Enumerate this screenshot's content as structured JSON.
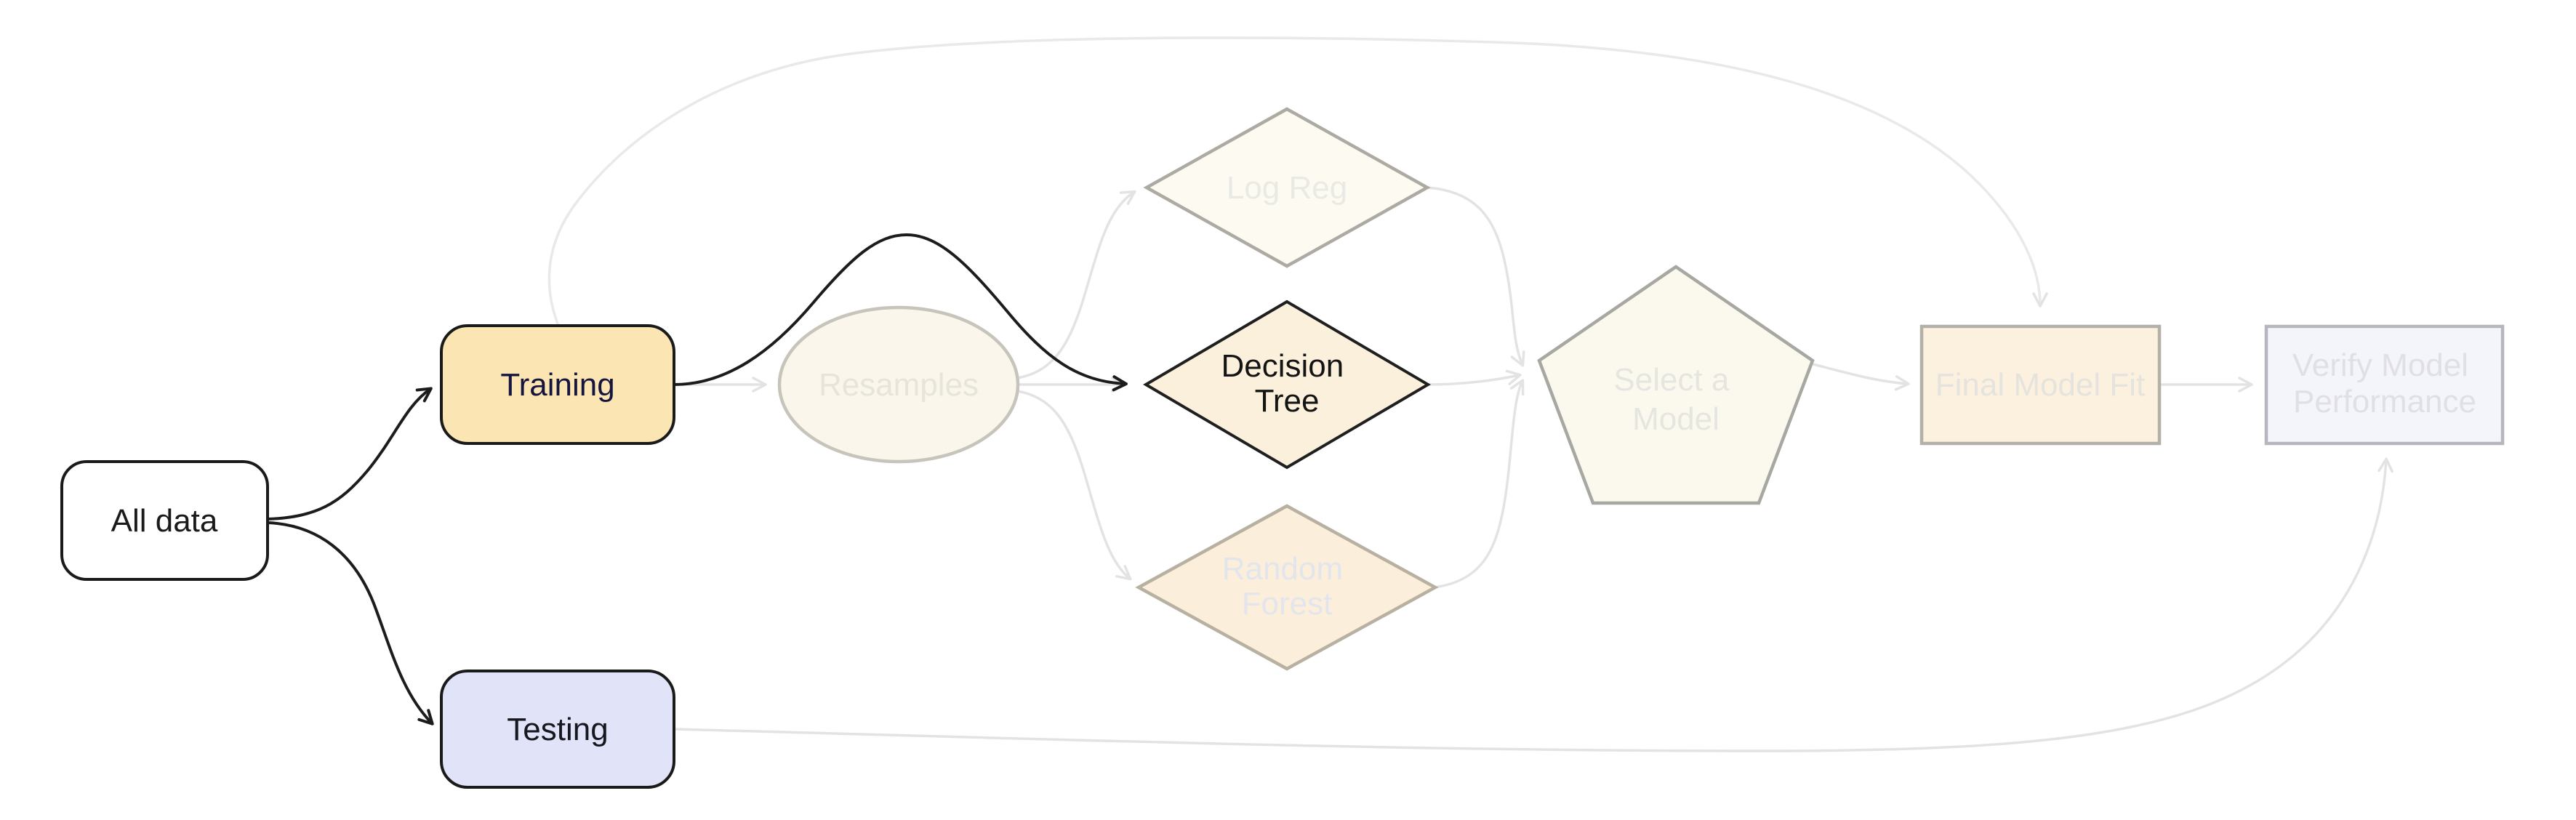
{
  "diagram": {
    "title": "Modeling workflow flowchart",
    "background": "#ffffff",
    "colors": {
      "edge_active": "#1c1c1c",
      "edge_faded": "#e3e3e3",
      "edge_arc_faded": "#e9e9e9",
      "active_border": "#1a1a1a"
    },
    "nodes": {
      "all_data": {
        "label": "All data",
        "shape": "rounded-rectangle",
        "state": "active",
        "fill": "#ffffff",
        "border": "#1a1a1a",
        "text_color": "#1a1a1a"
      },
      "training": {
        "label": "Training",
        "shape": "rounded-rectangle",
        "state": "active",
        "fill": "#fbe5b3",
        "border": "#1a1a1a",
        "text_color": "#15153f"
      },
      "testing": {
        "label": "Testing",
        "shape": "rounded-rectangle",
        "state": "active",
        "fill": "#e1e3f8",
        "border": "#1a1a1a",
        "text_color": "#17171f"
      },
      "resamples": {
        "label": "Resamples",
        "shape": "ellipse",
        "state": "faded",
        "fill": "#faf6eb",
        "border": "#c7c4bb",
        "text_color": "#e6e4db"
      },
      "log_reg": {
        "label": "Log Reg",
        "shape": "diamond",
        "state": "faded",
        "fill": "#fcfaf1",
        "border": "#acaaa2",
        "text_color": "#eaeae5"
      },
      "decision_tree": {
        "label": "Decision Tree",
        "line1": "Decision",
        "line2": "Tree",
        "shape": "diamond",
        "state": "active",
        "fill": "#faf0dc",
        "border": "#1f1f1f",
        "text_color": "#141414"
      },
      "random_forest": {
        "label": "Random Forest",
        "line1": "Random",
        "line2": "Forest",
        "shape": "diamond",
        "state": "faded",
        "fill": "#fbeeda",
        "border": "#b8b1a1",
        "text_color": "#e3e5ed"
      },
      "select_model": {
        "label": "Select a Model",
        "line1": "Select a",
        "line2": "Model",
        "shape": "pentagon",
        "state": "faded",
        "fill": "#fbf8ee",
        "border": "#a8a8a2",
        "text_color": "#e6e6e1"
      },
      "final_model_fit": {
        "label": "Final Model Fit",
        "shape": "rectangle",
        "state": "faded",
        "fill": "#fcf1df",
        "border": "#b2b0a9",
        "text_color": "#e5e3dd"
      },
      "verify": {
        "label": "Verify Model Performance",
        "line1": "Verify Model",
        "line2": "Performance",
        "shape": "rectangle",
        "state": "faded",
        "fill": "#f4f5fa",
        "border": "#b6b6be",
        "text_color": "#dfdfe5"
      }
    },
    "edges": [
      {
        "from": "all_data",
        "to": "training",
        "style": "active"
      },
      {
        "from": "all_data",
        "to": "testing",
        "style": "active"
      },
      {
        "from": "training",
        "to": "resamples",
        "style": "faded"
      },
      {
        "from": "training",
        "to": "decision_tree",
        "style": "active"
      },
      {
        "from": "training",
        "to": "final_model_fit",
        "style": "faded"
      },
      {
        "from": "resamples",
        "to": "log_reg",
        "style": "faded"
      },
      {
        "from": "resamples",
        "to": "decision_tree",
        "style": "faded"
      },
      {
        "from": "resamples",
        "to": "random_forest",
        "style": "faded"
      },
      {
        "from": "log_reg",
        "to": "select_model",
        "style": "faded"
      },
      {
        "from": "decision_tree",
        "to": "select_model",
        "style": "faded"
      },
      {
        "from": "random_forest",
        "to": "select_model",
        "style": "faded"
      },
      {
        "from": "select_model",
        "to": "final_model_fit",
        "style": "faded"
      },
      {
        "from": "final_model_fit",
        "to": "verify",
        "style": "faded"
      },
      {
        "from": "testing",
        "to": "verify",
        "style": "faded"
      }
    ]
  }
}
